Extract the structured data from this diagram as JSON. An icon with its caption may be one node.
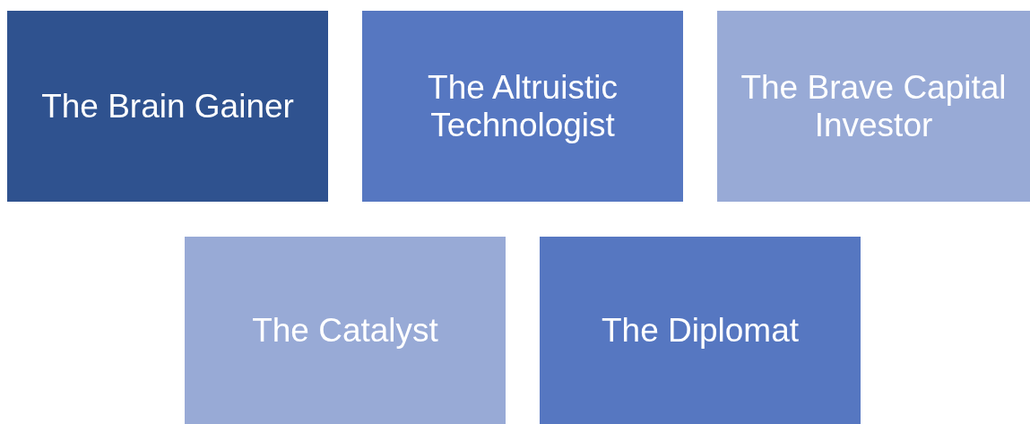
{
  "diagram": {
    "nodes": [
      {
        "text": [
          "The Brain Gainer"
        ]
      },
      {
        "text": [
          "The Altruistic Technologist"
        ]
      },
      {
        "text": [
          "The Brave Capital Investor"
        ]
      },
      {
        "text": [
          "The Catalyst"
        ]
      },
      {
        "text": [
          "The Diplomat"
        ]
      }
    ]
  }
}
